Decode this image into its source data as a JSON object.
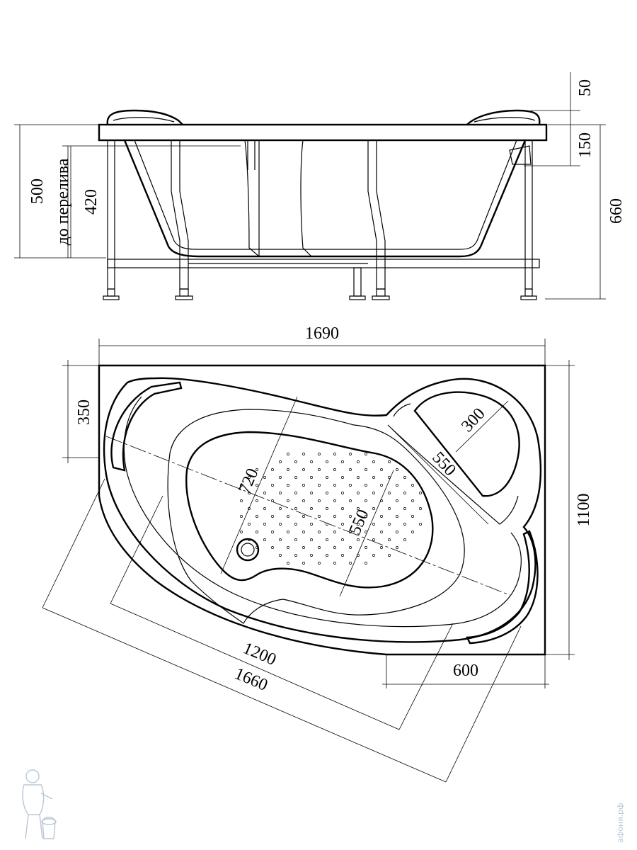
{
  "side_view": {
    "dims": {
      "height_total": "500",
      "overflow_height": "420",
      "overflow_note": "до перелива",
      "rim_top": "50",
      "rim_band": "150",
      "full_height": "660"
    }
  },
  "top_view": {
    "dims": {
      "width": "1690",
      "depth": "1100",
      "left_side": "350",
      "bottom_side": "600",
      "inner_diag": "1200",
      "outer_diag": "1660",
      "bowl_length": "720",
      "bowl_width": "550",
      "seat_length": "550",
      "seat_width": "300"
    }
  },
  "watermark": "афоня.рф",
  "colors": {
    "line": "#000000",
    "background": "#ffffff",
    "watermark": "#b9c7d6"
  },
  "icons": {
    "logo": "plumber-mascot-logo"
  }
}
